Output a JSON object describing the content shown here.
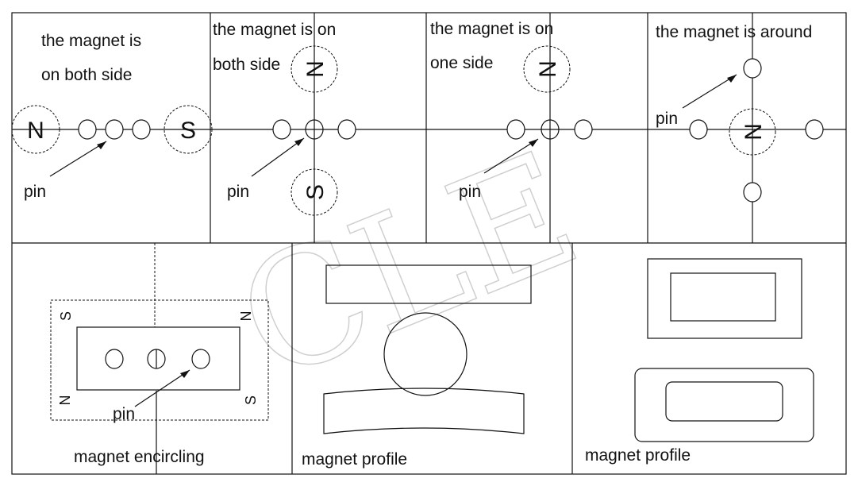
{
  "panels": {
    "p1": {
      "line1": "the magnet is",
      "line2": "on both side",
      "pin": "pin",
      "left_pole": "N",
      "right_pole": "S"
    },
    "p2": {
      "line1": "the magnet is on",
      "line2": "both side",
      "pin": "pin",
      "top_pole": "N",
      "bottom_pole": "S"
    },
    "p3": {
      "line1": "the magnet is on",
      "line2": "one side",
      "pin": "pin",
      "top_pole": "N"
    },
    "p4": {
      "line1": "the magnet is around",
      "pin": "pin",
      "center_pole": "N"
    },
    "p5": {
      "caption": "magnet encircling",
      "pin": "pin",
      "pole_tl": "S",
      "pole_tr": "N",
      "pole_bl": "N",
      "pole_br": "S"
    },
    "p6": {
      "caption": "magnet profile"
    },
    "p7": {
      "caption": "magnet profile"
    }
  },
  "watermark": "CLE"
}
